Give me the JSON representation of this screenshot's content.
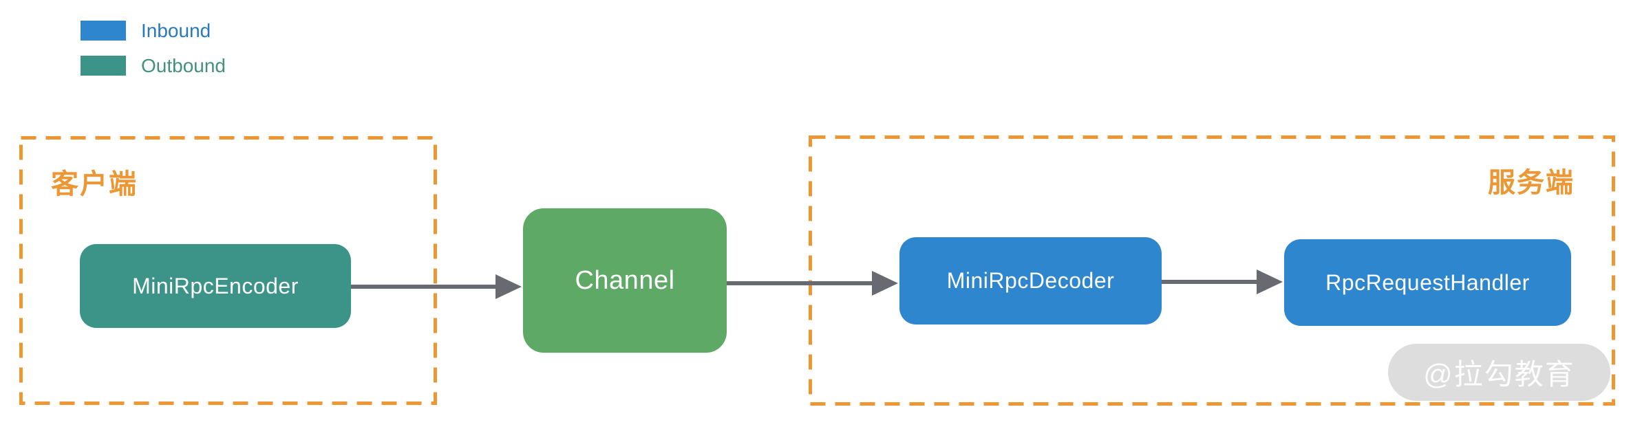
{
  "legend": {
    "items": [
      {
        "label": "Inbound",
        "color": "#2E86CE",
        "label_color": "#2878C2"
      },
      {
        "label": "Outbound",
        "color": "#3C9387",
        "label_color": "#43907E"
      }
    ]
  },
  "groups": {
    "client": {
      "label": "客户端"
    },
    "server": {
      "label": "服务端"
    }
  },
  "nodes": {
    "encoder": {
      "label": "MiniRpcEncoder",
      "color": "#3C9387"
    },
    "channel": {
      "label": "Channel",
      "color": "#5FA967"
    },
    "decoder": {
      "label": "MiniRpcDecoder",
      "color": "#2E86CE"
    },
    "handler": {
      "label": "RpcRequestHandler",
      "color": "#2E86CE"
    }
  },
  "edges": [
    {
      "from": "MiniRpcEncoder",
      "to": "Channel"
    },
    {
      "from": "Channel",
      "to": "MiniRpcDecoder"
    },
    {
      "from": "MiniRpcDecoder",
      "to": "RpcRequestHandler"
    }
  ],
  "watermark": {
    "text": "@拉勾教育"
  },
  "colors": {
    "group_border": "#EC9733",
    "group_label": "#EC9733",
    "arrow": "#696971",
    "node_text": "#FFFFFF"
  }
}
